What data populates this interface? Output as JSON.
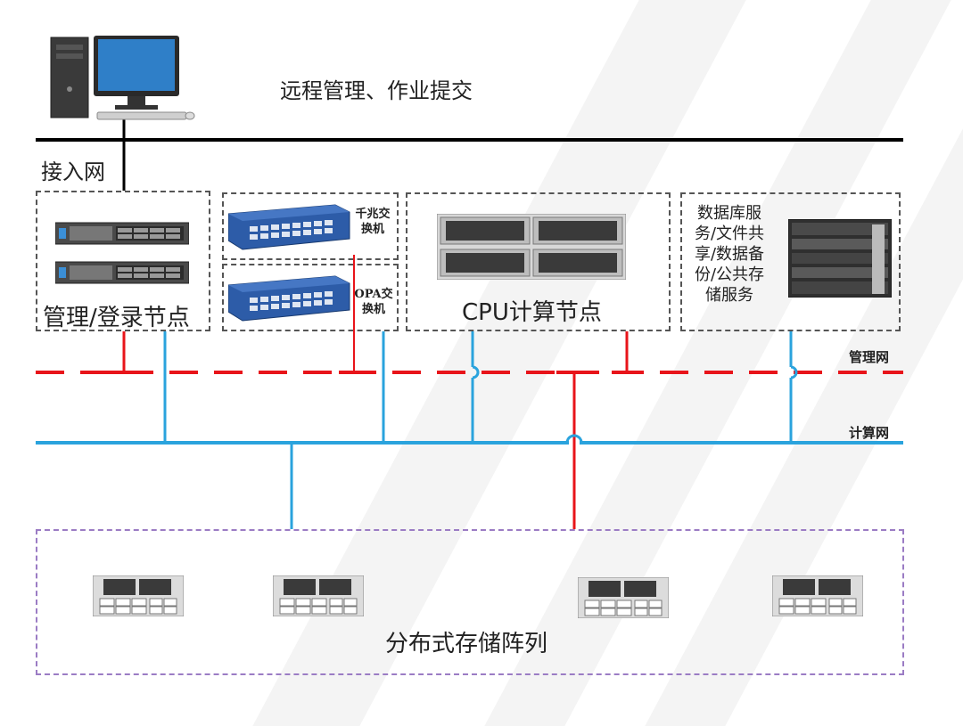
{
  "labels": {
    "remote_mgmt": "远程管理、作业提交",
    "access_network": "接入网",
    "login_nodes": "管理/登录节点",
    "gigabit_switch": "千兆交换机",
    "opa_switch": "OPA交换机",
    "cpu_nodes": "CPU计算节点",
    "db_services": "数据库服务/文件共享/数据备份/公共存储服务",
    "mgmt_network": "管理网",
    "compute_network": "计算网",
    "storage_array": "分布式存储阵列"
  },
  "colors": {
    "access_line": "#000000",
    "mgmt_line": "#e8141a",
    "compute_line": "#2aa3dd",
    "box_border": "#555555",
    "storage_border": "#9b7cc4",
    "monitor_screen": "#2f7fc8"
  },
  "icons": {
    "workstation": "desktop-computer-icon",
    "rack_server": "rack-server-icon",
    "switch": "network-switch-icon",
    "blade_chassis": "blade-chassis-icon",
    "storage_server": "storage-server-icon"
  }
}
